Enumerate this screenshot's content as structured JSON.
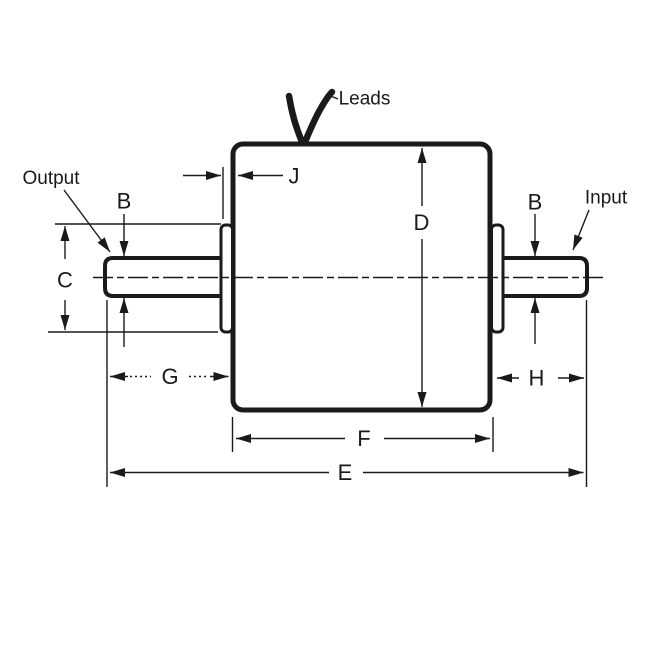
{
  "colors": {
    "ink": "#1a1a1a",
    "background": "#ffffff"
  },
  "annotations": {
    "output": "Output",
    "input": "Input",
    "leads": "Leads"
  },
  "dimensions": {
    "b": "B",
    "c": "C",
    "d": "D",
    "e": "E",
    "f": "F",
    "g": "G",
    "h": "H",
    "j": "J"
  }
}
